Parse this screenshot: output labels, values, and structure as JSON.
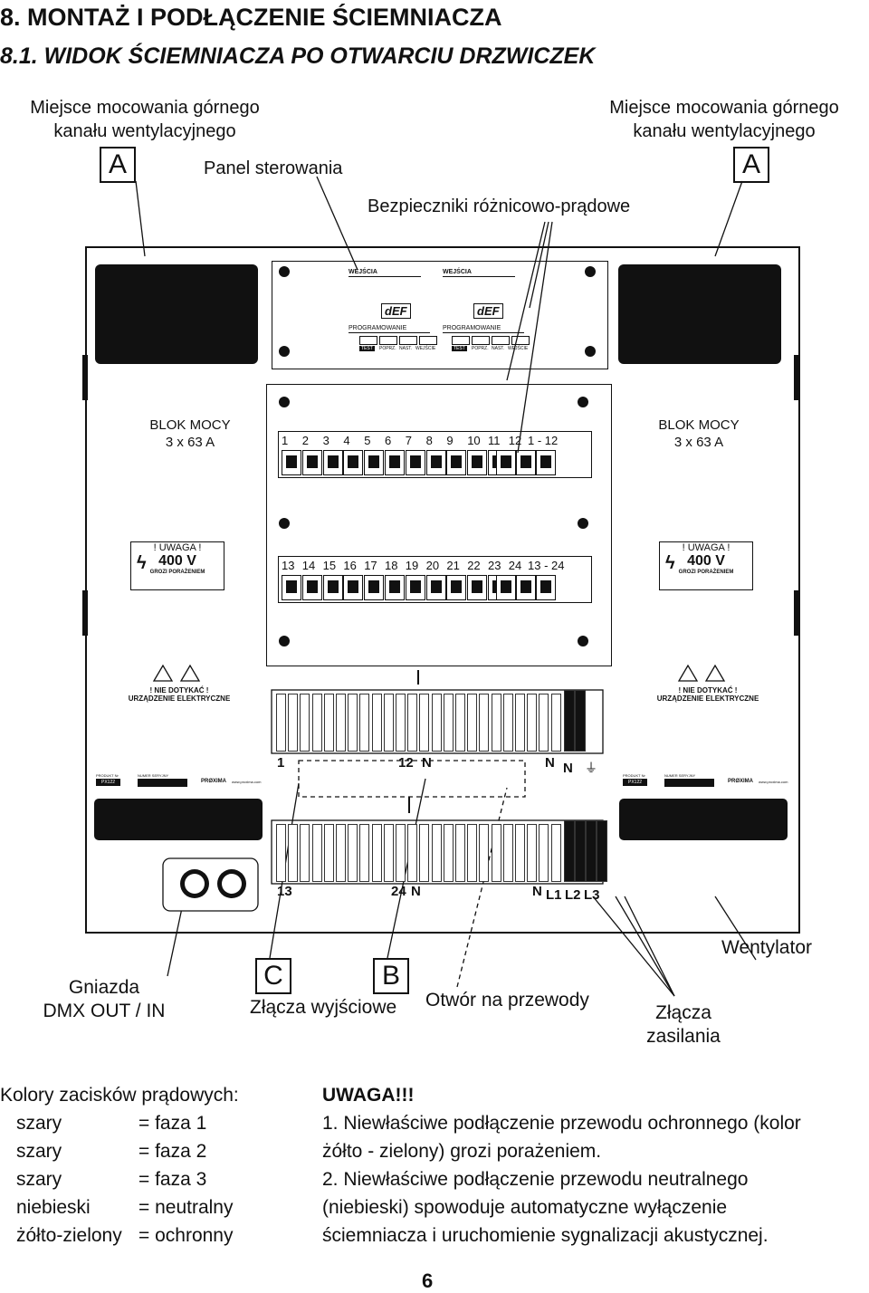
{
  "heading": "8. MONTAŻ I PODŁĄCZENIE ŚCIEMNIACZA",
  "subheading": "8.1. WIDOK ŚCIEMNIACZA PO OTWARCIU DRZWICZEK",
  "labels": {
    "vent_left": [
      "Miejsce mocowania górnego",
      "kanału wentylacyjnego"
    ],
    "vent_right": [
      "Miejsce mocowania górnego",
      "kanału wentylacyjnego"
    ],
    "letter_a": "A",
    "panel": "Panel sterowania",
    "rcd": "Bezpieczniki różnicowo-prądowe",
    "dmx": [
      "Gniazda",
      "DMX OUT / IN"
    ],
    "letter_c": "C",
    "letter_b": "B",
    "outputs": "Złącza wyjściowe",
    "cable_hole": "Otwór na przewody",
    "fan": "Wentylator",
    "supply": [
      "Złącza",
      "zasilania"
    ]
  },
  "cabinet": {
    "blok_mocy": "BLOK MOCY",
    "blok_rating": "3 x 63 A",
    "breakers_row1": [
      "1",
      "2",
      "3",
      "4",
      "5",
      "6",
      "7",
      "8",
      "9",
      "10",
      "11",
      "12",
      "1 - 12"
    ],
    "breakers_row2": [
      "13",
      "14",
      "15",
      "16",
      "17",
      "18",
      "19",
      "20",
      "21",
      "22",
      "23",
      "24",
      "13 - 24"
    ],
    "warning_title": "! UWAGA !",
    "warning_voltage": "400  V",
    "warning_text": "GROZI PORAŻENIEM",
    "do_not_touch": "! NIE DOTYKAĆ !",
    "electrical_device": "URZĄDZENIE ELEKTRYCZNE",
    "term_upper": {
      "first": "1",
      "mid": "12",
      "n1": "N",
      "n2": "N",
      "n3": "N"
    },
    "term_lower": {
      "first": "13",
      "mid": "24",
      "n1": "N",
      "n2": "N",
      "l1": "L1",
      "l2": "L2",
      "l3": "L3"
    },
    "plate_product": "PRODUKT Nr",
    "plate_serial": "NUMER SERYJNY",
    "plate_model": "PX122",
    "plate_brand": "PRØXIMA",
    "plate_url": "www.proxima.com",
    "panel_inputs": "WEJŚCIA",
    "panel_display": "dEF",
    "panel_programming": "PROGRAMOWANIE",
    "panel_buttons": [
      "TEST",
      "POPRZ.",
      "NAST.",
      "WEJŚCIE"
    ]
  },
  "legend": {
    "title": "Kolory zacisków prądowych:",
    "rows": [
      {
        "color": "szary",
        "meaning": "= faza 1"
      },
      {
        "color": "szary",
        "meaning": "= faza 2"
      },
      {
        "color": "szary",
        "meaning": "= faza 3"
      },
      {
        "color": "niebieski",
        "meaning": "= neutralny"
      },
      {
        "color": "żółto-zielony",
        "meaning": "= ochronny"
      }
    ]
  },
  "warning": {
    "title": "UWAGA!!!",
    "line1": "1. Niewłaściwe podłączenie przewodu ochronnego (kolor",
    "line2": "żółto - zielony) grozi porażeniem.",
    "line3": "2. Niewłaściwe podłączenie przewodu neutralnego",
    "line4": "(niebieski) spowoduje automatyczne wyłączenie",
    "line5": "ściemniacza i uruchomienie sygnalizacji akustycznej."
  },
  "page_number": "6"
}
